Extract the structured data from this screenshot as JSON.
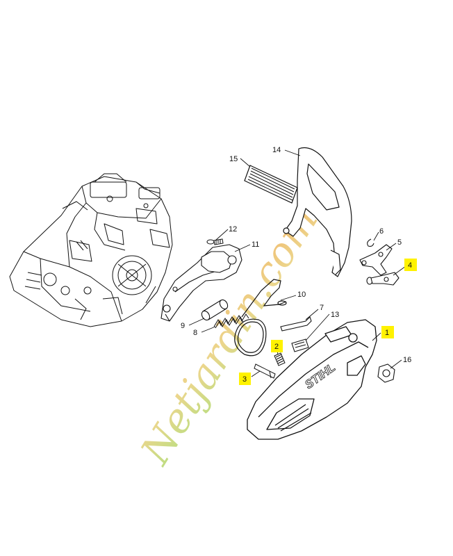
{
  "diagram": {
    "callouts": [
      {
        "id": "c1",
        "label": "1",
        "highlight": true
      },
      {
        "id": "c2",
        "label": "2",
        "highlight": true
      },
      {
        "id": "c3",
        "label": "3",
        "highlight": true
      },
      {
        "id": "c4",
        "label": "4",
        "highlight": true
      },
      {
        "id": "c5",
        "label": "5",
        "highlight": false
      },
      {
        "id": "c6",
        "label": "6",
        "highlight": false
      },
      {
        "id": "c7",
        "label": "7",
        "highlight": false
      },
      {
        "id": "c8",
        "label": "8",
        "highlight": false
      },
      {
        "id": "c9",
        "label": "9",
        "highlight": false
      },
      {
        "id": "c10",
        "label": "10",
        "highlight": false
      },
      {
        "id": "c11",
        "label": "11",
        "highlight": false
      },
      {
        "id": "c12",
        "label": "12",
        "highlight": false
      },
      {
        "id": "c13",
        "label": "13",
        "highlight": false
      },
      {
        "id": "c14",
        "label": "14",
        "highlight": false
      },
      {
        "id": "c15",
        "label": "15",
        "highlight": false
      },
      {
        "id": "c16",
        "label": "16",
        "highlight": false
      }
    ],
    "brand_mark": "STIHL",
    "watermark": "Netjardin.com",
    "colors": {
      "highlight": "#fff200",
      "line": "#111111",
      "watermark_start": "#a8d96a",
      "watermark_end": "#f2a64d"
    }
  }
}
